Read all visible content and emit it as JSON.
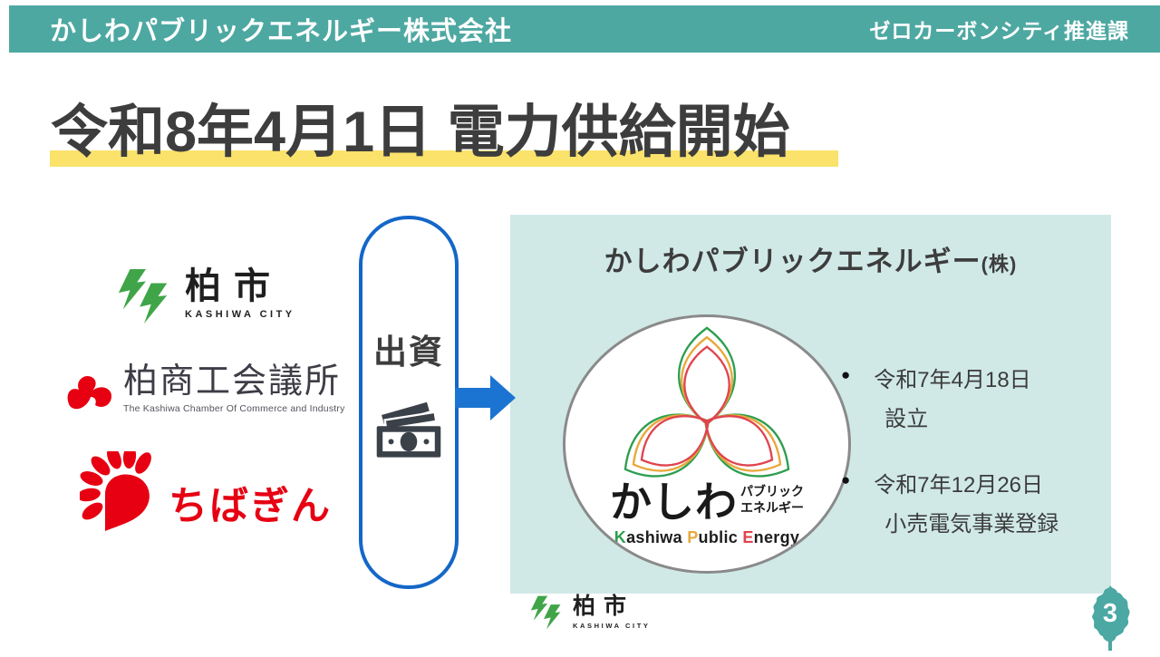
{
  "header": {
    "title": "かしわパブリックエネルギー株式会社",
    "department": "ゼロカーボンシティ推進課"
  },
  "heading": {
    "text": "令和8年4月1日 電力供給開始"
  },
  "investors": [
    {
      "name": "柏市",
      "sub": "KASHIWA CITY"
    },
    {
      "name": "柏商工会議所",
      "sub": "The Kashiwa Chamber Of Commerce and Industry"
    },
    {
      "name": "ちばぎん"
    }
  ],
  "flow": {
    "label": "出資",
    "bullet_glyph": "●"
  },
  "company": {
    "title_main": "かしわパブリックエネルギー",
    "title_suffix": "(株)",
    "logo": {
      "big": "かしわ",
      "small_line1": "パブリック",
      "small_line2": "エネルギー",
      "en_k": "K",
      "en_ashiwa": "ashiwa ",
      "en_p": "P",
      "en_ublic": "ublic ",
      "en_e": "E",
      "en_nergy": "nergy"
    },
    "milestones": [
      {
        "line1": "令和7年4月18日",
        "line2": "設立"
      },
      {
        "line1": "令和7年12月26日",
        "line2": "小売電気事業登録"
      }
    ]
  },
  "footer": {
    "logo_name": "柏市",
    "logo_sub": "KASHIWA CITY",
    "page_number": "3"
  },
  "colors": {
    "header_teal": "#4EA8A2",
    "panel_teal": "#D0E9E7",
    "accent_blue": "#1B74D2",
    "pill_border_blue": "#1467C8",
    "highlight_yellow": "#FAE26B",
    "brand_red": "#E60012",
    "brand_green": "#3FA548",
    "trefoil_green": "#2E9E4F",
    "trefoil_yellow": "#E8A93C",
    "trefoil_red": "#E0444E",
    "page_leaf_teal": "#4BA8A3",
    "heading_text": "#3d3d3d"
  }
}
